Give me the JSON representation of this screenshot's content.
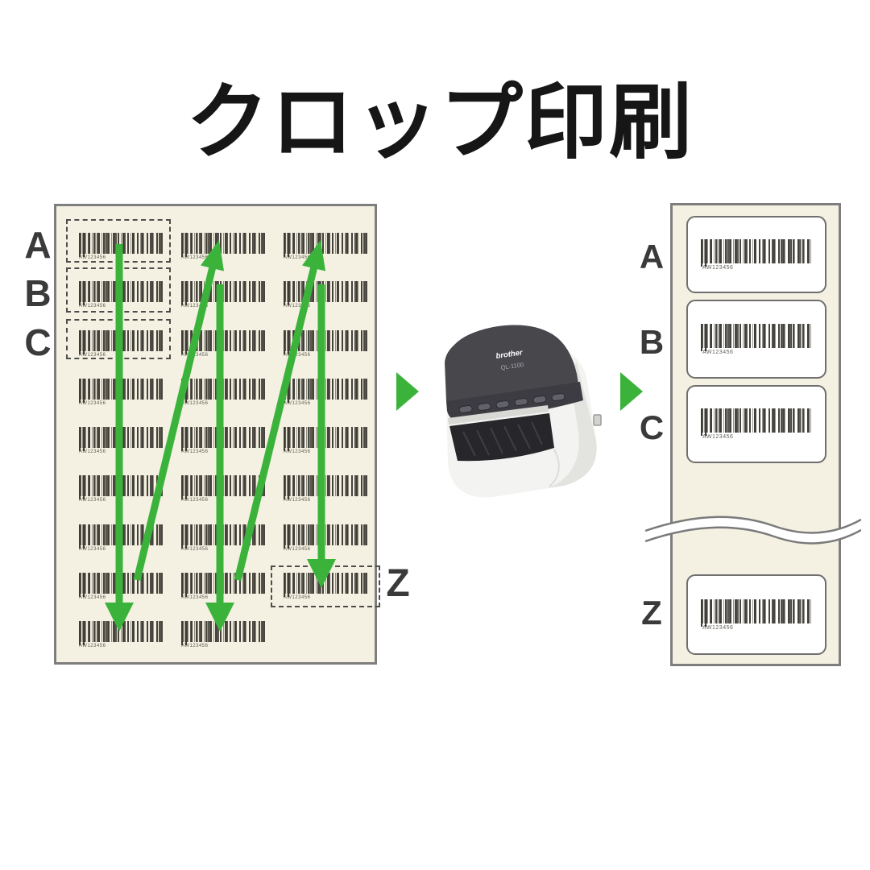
{
  "title": "クロップ印刷",
  "colors": {
    "arrow_green": "#3bb33b",
    "sheet_background": "#f4f1e2",
    "sheet_border": "#7e7e7e",
    "barcode_ink": "#3e3c35",
    "letter_color": "#3a3a3a",
    "printer_dark": "#47474c",
    "printer_body": "#f3f3f1"
  },
  "source_sheet": {
    "row_letters": [
      "A",
      "B",
      "C"
    ],
    "last_label_letter": "Z",
    "columns": 3,
    "rows": 9,
    "total_barcodes": 26,
    "barcode_caption": "AW123456"
  },
  "printer": {
    "brand": "brother",
    "model": "QL-1100"
  },
  "output_strip": {
    "labels": [
      {
        "letter": "A",
        "caption": "AW123456"
      },
      {
        "letter": "B",
        "caption": "AW123456"
      },
      {
        "letter": "C",
        "caption": "AW123456"
      },
      {
        "letter": "Z",
        "caption": "AW123456"
      }
    ]
  }
}
